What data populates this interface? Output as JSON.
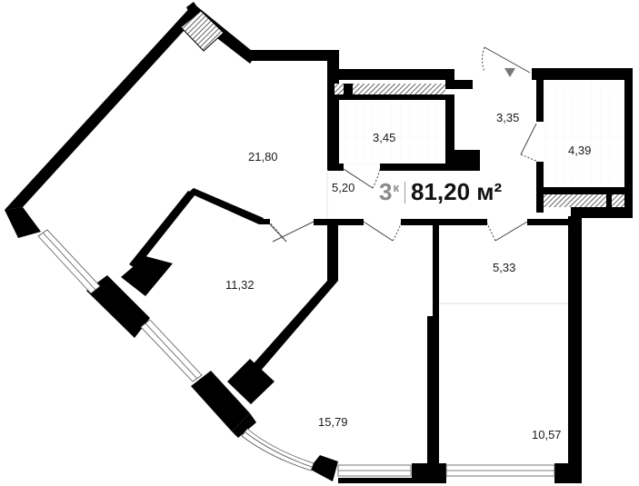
{
  "plan": {
    "rooms_count": "3",
    "rooms_suffix": "к",
    "total_area": "81,20 м²"
  },
  "rooms": [
    {
      "id": "living-kitchen",
      "area": "21,80"
    },
    {
      "id": "bathroom-1",
      "area": "3,45"
    },
    {
      "id": "hall-entry",
      "area": "3,35"
    },
    {
      "id": "bathroom-2",
      "area": "4,39"
    },
    {
      "id": "corridor",
      "area": "5,20"
    },
    {
      "id": "bedroom-1",
      "area": "11,32"
    },
    {
      "id": "bedroom-2",
      "area": "15,79"
    },
    {
      "id": "hallway",
      "area": "5,33"
    },
    {
      "id": "bedroom-3",
      "area": "10,57"
    }
  ],
  "colors": {
    "wall": "#000000",
    "label": "#1a1a1a",
    "rooms_badge": "#8a8a8a",
    "background": "#ffffff"
  },
  "icons": {
    "entrance": "triangle-down"
  }
}
